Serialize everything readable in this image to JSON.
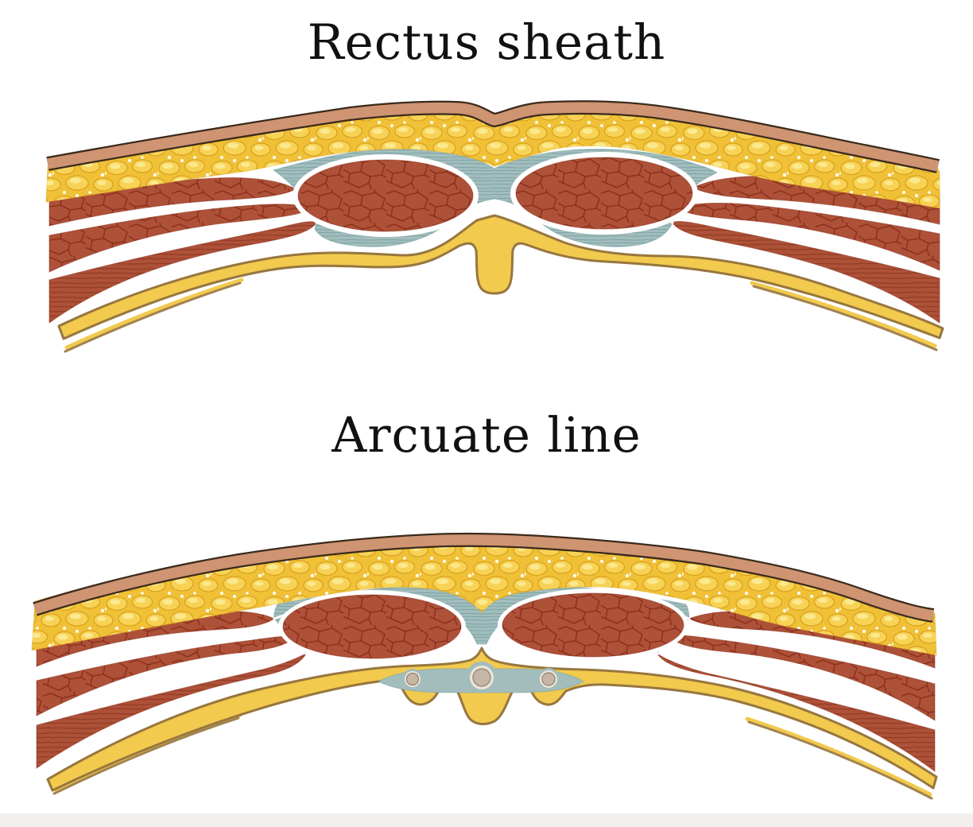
{
  "panels": [
    {
      "id": "rectus-sheath",
      "title": "Rectus sheath"
    },
    {
      "id": "arcuate-line",
      "title": "Arcuate line"
    }
  ],
  "palette": {
    "title_color": "#111111",
    "page_strip": "#f2f0ec",
    "skin": "#cf9472",
    "skin_outline": "#3a2a1c",
    "fat_base": "#f0c137",
    "fat_lobe": "#f7d255",
    "fat_highlight": "#fbe98f",
    "fat_crevice": "#d9a21f",
    "fat_speck": "#ffffff",
    "fascia": "#a3bdbd",
    "fascia_stria": "#6f9da0",
    "muscle": "#ad5138",
    "muscle_crack": "#8a2c18",
    "muscle_fiber": "#8f3a22",
    "tan_line": "#a1824f",
    "brown_line": "#8a6b3e",
    "deep_line": "#97763f",
    "deep_fat": "#f2ca4d",
    "vessel_fill": "#c6b6a6",
    "vessel_ring": "#ece5d8",
    "vessel_edge": "#8e7f6e",
    "halo": "#ffffff"
  }
}
